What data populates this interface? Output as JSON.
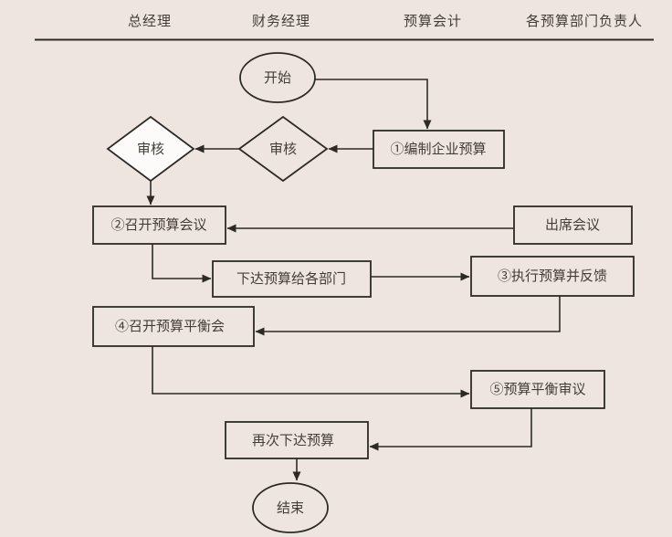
{
  "colors": {
    "background": "#eee5e0",
    "stroke": "#2d2a26",
    "text": "#423d38",
    "decision_left_fill": "#fcfbfa"
  },
  "header": {
    "columns": [
      {
        "label": "总经理"
      },
      {
        "label": "财务经理"
      },
      {
        "label": "预算会计"
      },
      {
        "label": "各预算部门负责人"
      }
    ]
  },
  "nodes": {
    "start": {
      "type": "terminator",
      "label": "开始"
    },
    "prepare_budget": {
      "type": "process",
      "label": "①编制企业预算"
    },
    "review_finance_manager": {
      "type": "decision",
      "label": "审核"
    },
    "review_general_manager": {
      "type": "decision",
      "label": "审核"
    },
    "hold_budget_meeting": {
      "type": "process",
      "label": "②召开预算会议"
    },
    "attend_meeting": {
      "type": "process",
      "label": "出席会议"
    },
    "issue_budget_to_departments": {
      "type": "process",
      "label": "下达预算给各部门"
    },
    "execute_budget_feedback": {
      "type": "process",
      "label": "③执行预算并反馈"
    },
    "hold_balance_meeting": {
      "type": "process",
      "label": "④召开预算平衡会"
    },
    "balance_review": {
      "type": "process",
      "label": "⑤预算平衡审议"
    },
    "reissue_budget": {
      "type": "process",
      "label": "再次下达预算"
    },
    "end": {
      "type": "terminator",
      "label": "结束"
    }
  }
}
